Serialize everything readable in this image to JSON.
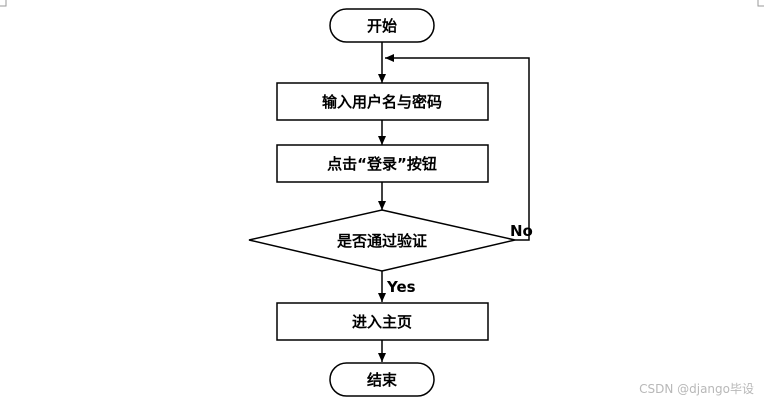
{
  "flowchart": {
    "nodes": [
      {
        "id": "start",
        "shape": "terminal",
        "text": "开始"
      },
      {
        "id": "input",
        "shape": "process",
        "text": "输入用户名与密码"
      },
      {
        "id": "click",
        "shape": "process",
        "text": "点击“登录”按钮"
      },
      {
        "id": "check",
        "shape": "decision",
        "text": "是否通过验证"
      },
      {
        "id": "home",
        "shape": "process",
        "text": "进入主页"
      },
      {
        "id": "end",
        "shape": "terminal",
        "text": "结束"
      }
    ],
    "edges": [
      {
        "from": "start",
        "to": "input",
        "label": ""
      },
      {
        "from": "input",
        "to": "click",
        "label": ""
      },
      {
        "from": "click",
        "to": "check",
        "label": ""
      },
      {
        "from": "check",
        "to": "home",
        "label": "Yes"
      },
      {
        "from": "check",
        "to": "input",
        "label": "No"
      },
      {
        "from": "home",
        "to": "end",
        "label": ""
      }
    ]
  },
  "watermark": "CSDN @django毕设",
  "colors": {
    "stroke": "#000000",
    "fill": "#ffffff",
    "watermark": "#b8b8b8",
    "corner_marks": "#9a9a9a"
  }
}
